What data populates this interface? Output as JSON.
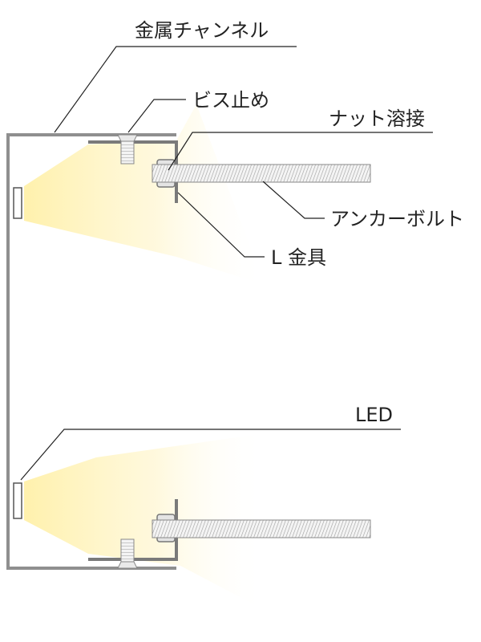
{
  "labels": {
    "metal_channel": "金属チャンネル",
    "screw_fix": "ビス止め",
    "nut_weld": "ナット溶接",
    "anchor_bolt": "アンカーボルト",
    "l_bracket": "L 金具",
    "led": "LED"
  },
  "colors": {
    "channel": "#8f8f8f",
    "bracket": "#7a7a7a",
    "light_glow": "#fff2b3",
    "bolt_thread": "#9a9a9a",
    "led_fill": "#ffffff"
  }
}
